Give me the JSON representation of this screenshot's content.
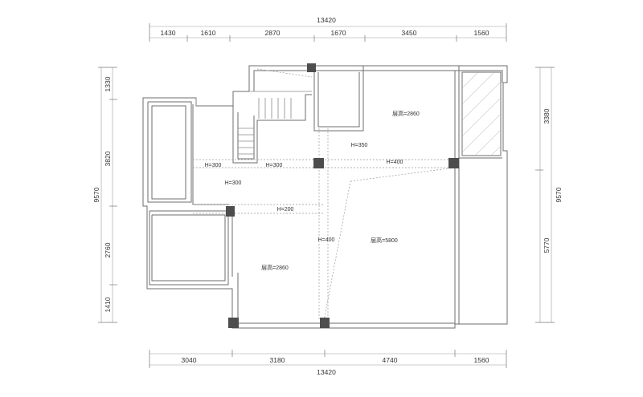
{
  "dimensions": {
    "top_total": "13420",
    "top_segments": [
      "1430",
      "1610",
      "2870",
      "1670",
      "3450",
      "1560"
    ],
    "bottom_total": "13420",
    "bottom_segments": [
      "3040",
      "3180",
      "4740",
      "1560"
    ],
    "left_total": "9570",
    "left_segments": [
      "1330",
      "3820",
      "2760",
      "1410"
    ],
    "right_total": "9570",
    "right_segments": [
      "3380",
      "5770"
    ]
  },
  "annotations": {
    "ceiling_upper_right": "层高=2860",
    "ceiling_lower_left": "层高=2860",
    "ceiling_double": "层高=5800",
    "beam_h350": "H=350",
    "beam_h400_top": "H=400",
    "beam_h300_a": "H=300",
    "beam_h300_b": "H=300",
    "beam_h300_c": "H=300",
    "beam_h200": "H=200",
    "beam_h400_vert": "H=400"
  },
  "colors": {
    "wall": "#6e6e6e",
    "column": "#4d4d4d",
    "text": "#333333"
  }
}
